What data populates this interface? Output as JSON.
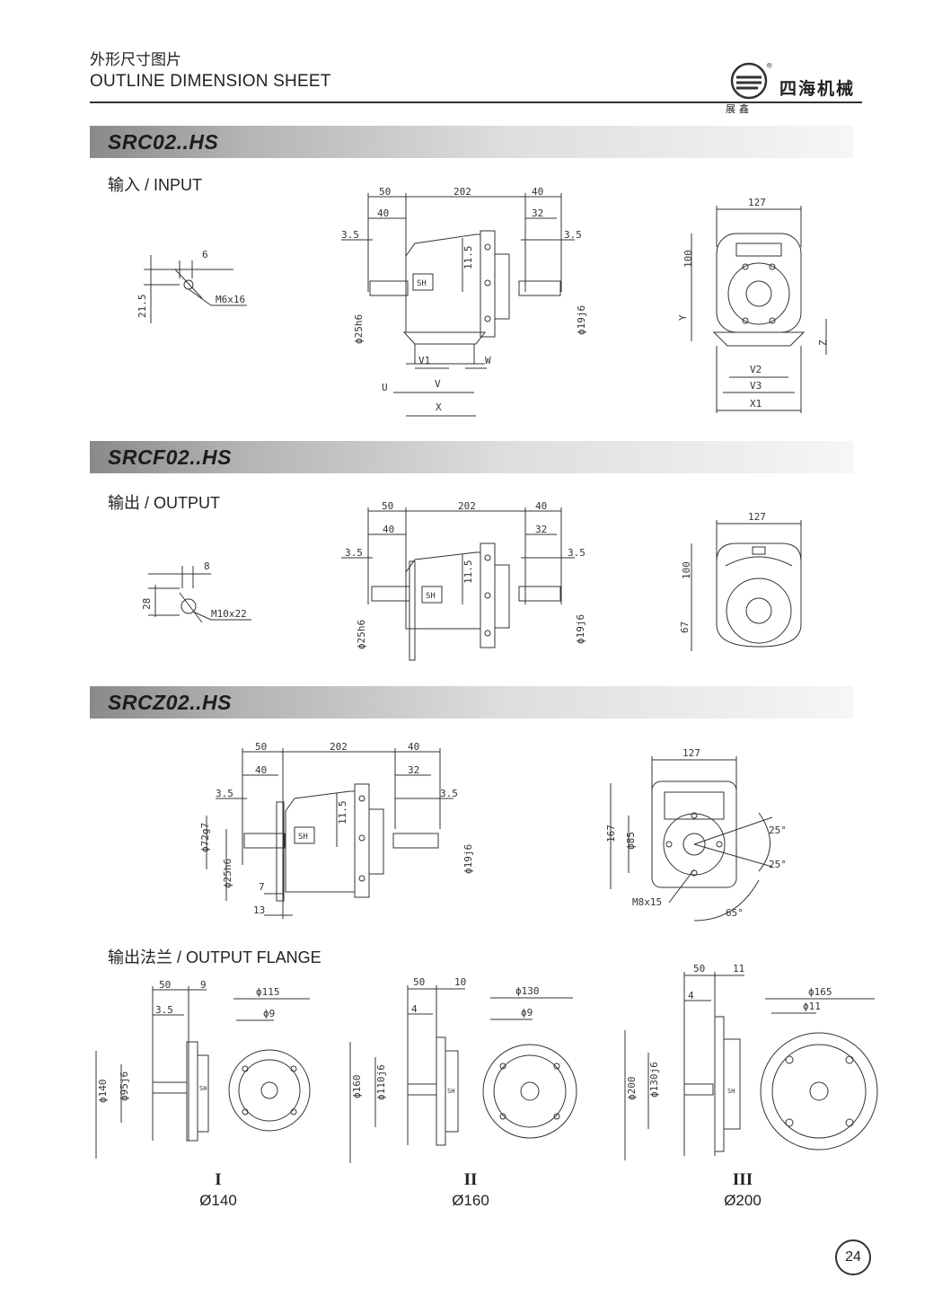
{
  "header": {
    "title_cn": "外形尺寸图片",
    "title_en": "OUTLINE DIMENSION SHEET",
    "brand_name": "四海机械",
    "brand_sub": "展鑫",
    "brand_mark": "®"
  },
  "sections": [
    {
      "title": "SRC02..HS",
      "subtitle": "输入 / INPUT"
    },
    {
      "title": "SRCF02..HS",
      "subtitle": "输出 / OUTPUT"
    },
    {
      "title": "SRCZ02..HS",
      "subtitle": "输出法兰 / OUTPUT FLANGE"
    }
  ],
  "dims": {
    "d50": "50",
    "d202": "202",
    "d40": "40",
    "d32": "32",
    "d3_5": "3.5",
    "d11_5": "11.5",
    "d127": "127",
    "d100": "100",
    "d67": "67",
    "d167": "167",
    "d6": "6",
    "d8": "8",
    "d21_5": "21.5",
    "d28": "28",
    "d7": "7",
    "d13": "13",
    "d9": "9",
    "d10": "10",
    "d11": "11",
    "d4": "4",
    "m6x16": "M6x16",
    "m10x22": "M10x22",
    "m8x15": "M8x15",
    "phi25h6": "ϕ25h6",
    "phi19j6": "ϕ19j6",
    "phi72g7": "ϕ72g7",
    "phi85": "ϕ85",
    "phi115": "ϕ115",
    "phi9": "ϕ9",
    "phi140": "ϕ140",
    "phi95j6": "ϕ95j6",
    "phi130": "ϕ130",
    "phi160": "ϕ160",
    "phi110j6": "ϕ110j6",
    "phi165": "ϕ165",
    "phi11": "ϕ11",
    "phi200": "ϕ200",
    "phi130j6": "ϕ130j6",
    "ang25": "25°",
    "ang65": "65°",
    "lblY": "Y",
    "lblZ": "Z",
    "lblU": "U",
    "lblV": "V",
    "lblV1": "V1",
    "lblW": "W",
    "lblX": "X",
    "lblV2": "V2",
    "lblV3": "V3",
    "lblX1": "X1",
    "sh": "SH"
  },
  "flanges": [
    {
      "roman": "I",
      "dia": "Ø140"
    },
    {
      "roman": "II",
      "dia": "Ø160"
    },
    {
      "roman": "III",
      "dia": "Ø200"
    }
  ],
  "page_number": "24"
}
